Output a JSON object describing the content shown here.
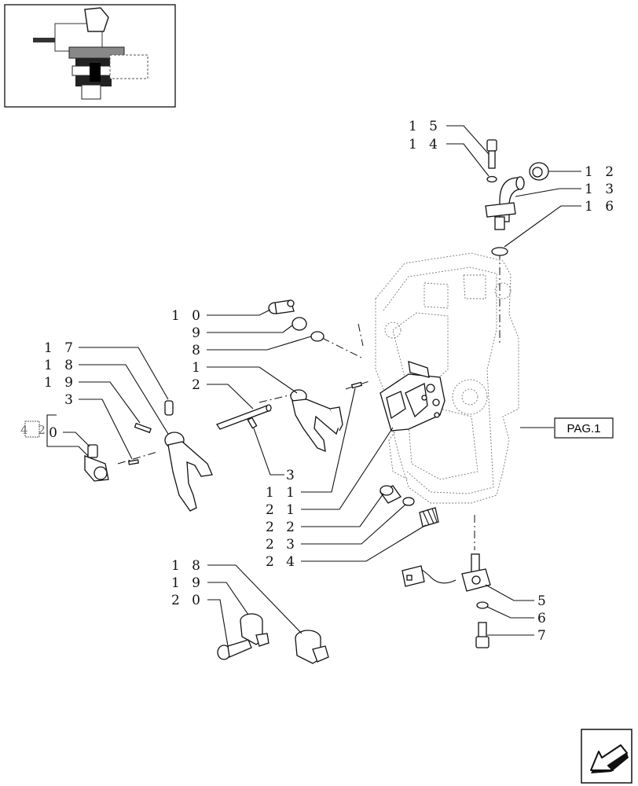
{
  "page_ref": "PAG.1",
  "callout_42": "4 2",
  "labels": {
    "l15": "1 5",
    "l14": "1 4",
    "l12": "1 2",
    "l13": "1 3",
    "l16": "1 6",
    "l10": "1 0",
    "l9": "9",
    "l8": "8",
    "l1": "1",
    "l2": "2",
    "l17": "1 7",
    "l18a": "1 8",
    "l19a": "1 9",
    "l3a": "3",
    "l0": "0",
    "l3b": "3",
    "l11": "1 1",
    "l21": "2 1",
    "l22": "2 2",
    "l23": "2 3",
    "l24": "2 4",
    "l18b": "1 8",
    "l19b": "1 9",
    "l20": "2 0",
    "l5": "5",
    "l6": "6",
    "l7": "7"
  },
  "icons": {
    "thumbnail": "transmission-assembly-thumbnail",
    "nav": "next-page-arrow-icon"
  }
}
